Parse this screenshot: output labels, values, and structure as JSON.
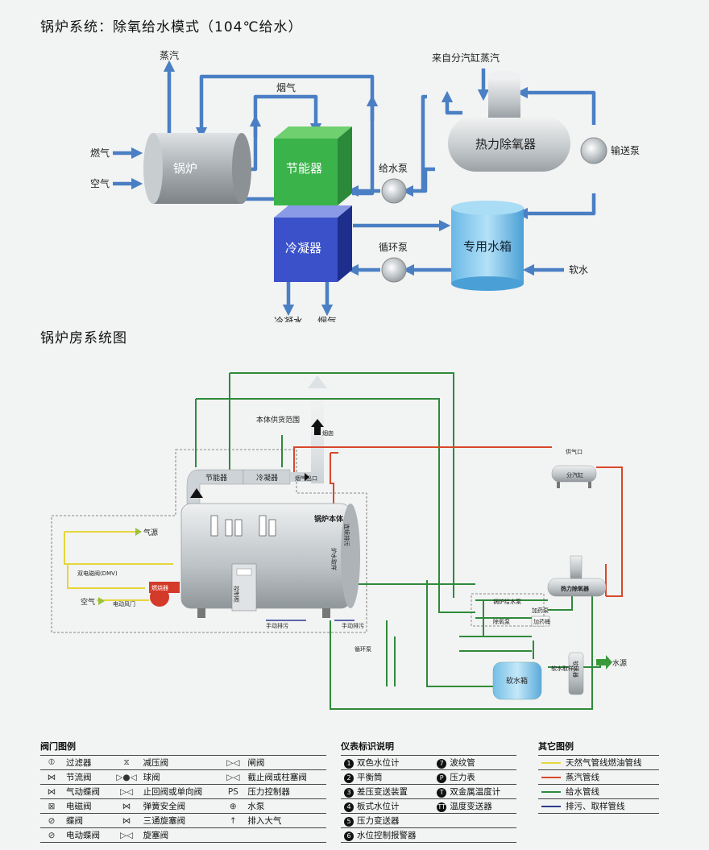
{
  "titles": {
    "top": "锅炉系统：除氧给水模式（104℃给水）",
    "bottom": "锅炉房系统图"
  },
  "top_diagram": {
    "boiler": "锅炉",
    "economizer": "节能器",
    "condenser": "冷凝器",
    "deaerator": "热力除氧器",
    "tank": "专用水箱",
    "steam_out": "蒸汽",
    "flue_gas_top": "烟气",
    "fuel": "燃气",
    "air": "空气",
    "feed_pump": "给水泵",
    "circ_pump": "循环泵",
    "transfer_pump": "输送泵",
    "from_header": "来自分汽缸蒸汽",
    "soft_water": "软水",
    "condensate": "冷凝水",
    "flue_gas_bottom": "烟气"
  },
  "bottom_diagram": {
    "scope": "本体供货范围",
    "chimney": "烟囱",
    "economizer": "节能器",
    "condenser": "冷凝器",
    "flue_outlet": "烟气出口",
    "boiler_body": "锅炉本体",
    "gas_source": "气源",
    "dual_valve": "双电磁阀(DMV)",
    "air": "空气",
    "damper": "电动风门",
    "burner": "燃烧器",
    "control_cabinet": "控制柜",
    "manual_drain_1": "手动排污",
    "manual_drain_2": "手动排污",
    "furnace_drain": "炉水取样",
    "cont_blowdown": "连续排污",
    "steam_port": "供气口",
    "header": "分汽缸",
    "deaerator": "热力除氧器",
    "feed_pump": "锅炉给水泵",
    "deaerate_pump": "除氧泵",
    "dosing_pump": "加药泵",
    "dosing_tank": "加药桶",
    "circ_pump": "循环泵",
    "tank": "软水箱",
    "soft_sample": "软水取样口",
    "softener": "软水器",
    "water_source": "水源"
  },
  "legend_valves": {
    "title": "阀门图例",
    "rows": [
      [
        "过滤器",
        "减压阀",
        "闸阀"
      ],
      [
        "节流阀",
        "球阀",
        "截止阀或柱塞阀"
      ],
      [
        "气动蝶阀",
        "止回阀或单向阀",
        "压力控制器"
      ],
      [
        "电磁阀",
        "弹簧安全阀",
        "水泵"
      ],
      [
        "蝶阀",
        "三通旋塞阀",
        "排入大气"
      ],
      [
        "电动蝶阀",
        "旋塞阀",
        ""
      ]
    ],
    "symbols": [
      [
        "⦶",
        "⧖",
        "▷◁"
      ],
      [
        "⋈",
        "▷●◁",
        "▷◁"
      ],
      [
        "⋈",
        "▷◁",
        "PS"
      ],
      [
        "⊠",
        "⋈",
        "⊕"
      ],
      [
        "⊘",
        "⋈",
        "↑"
      ],
      [
        "⊘",
        "▷◁",
        ""
      ]
    ]
  },
  "legend_instruments": {
    "title": "仪表标识说明",
    "left": [
      {
        "mark": "1",
        "text": "双色水位计"
      },
      {
        "mark": "2",
        "text": "平衡筒"
      },
      {
        "mark": "3",
        "text": "差压变送装置"
      },
      {
        "mark": "4",
        "text": "板式水位计"
      },
      {
        "mark": "5",
        "text": "压力变送器"
      },
      {
        "mark": "6",
        "text": "水位控制报警器"
      }
    ],
    "right": [
      {
        "mark": "7",
        "text": "波纹管"
      },
      {
        "mark": "P",
        "text": "压力表"
      },
      {
        "mark": "T",
        "text": "双金属温度计"
      },
      {
        "mark": "TT",
        "text": "温度变送器"
      }
    ]
  },
  "legend_other": {
    "title": "其它图例",
    "items": [
      {
        "text": "天然气管线燃油管线",
        "color": "#e6d63a"
      },
      {
        "text": "蒸汽管线",
        "color": "#d9482a"
      },
      {
        "text": "给水管线",
        "color": "#2e8b3a"
      },
      {
        "text": "排污、取样管线",
        "color": "#2a3a8c"
      }
    ]
  }
}
